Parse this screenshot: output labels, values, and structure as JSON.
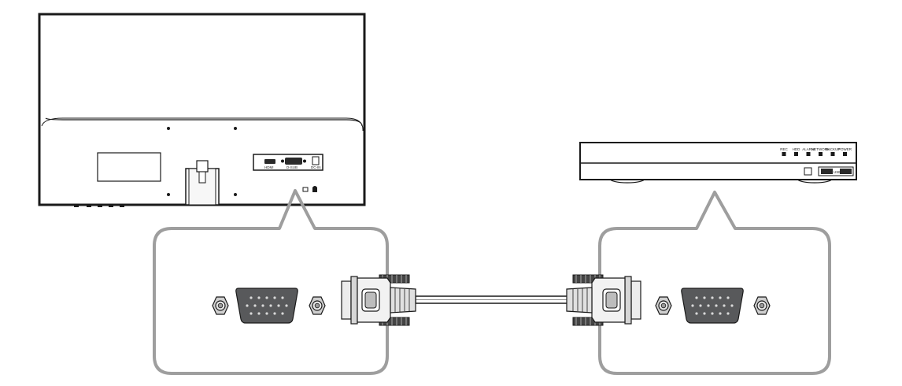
{
  "monitor": {
    "port_labels": [
      "HDMI",
      "D-SUB",
      "DC-IN"
    ]
  },
  "recorder": {
    "indicator_labels": [
      "REC",
      "HDD",
      "ALARM",
      "NETWORK",
      "BACKUP",
      "POWER"
    ],
    "usb_label": "USB"
  },
  "callouts": [
    {
      "target": "monitor VGA port"
    },
    {
      "target": "recorder VGA port"
    }
  ],
  "colors": {
    "outline": "#1a1a1a",
    "callout": "#9e9e9e",
    "connector_fill": "#c8c8c8",
    "vga_fill": "#58595b",
    "vga_pin": "#d9d9d9"
  }
}
